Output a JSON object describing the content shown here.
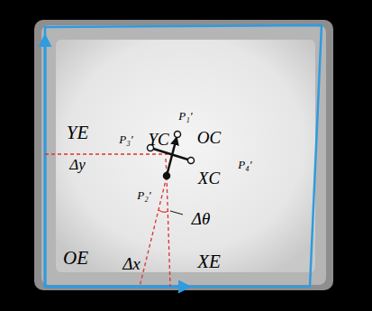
{
  "diagram": {
    "labels": [
      "YE",
      "Δy",
      "OE",
      "Δx",
      "XE",
      "P₁′",
      "YC",
      "OC",
      "P₃′",
      "XC",
      "P₄′",
      "P₂′",
      "Δθ"
    ]
  }
}
